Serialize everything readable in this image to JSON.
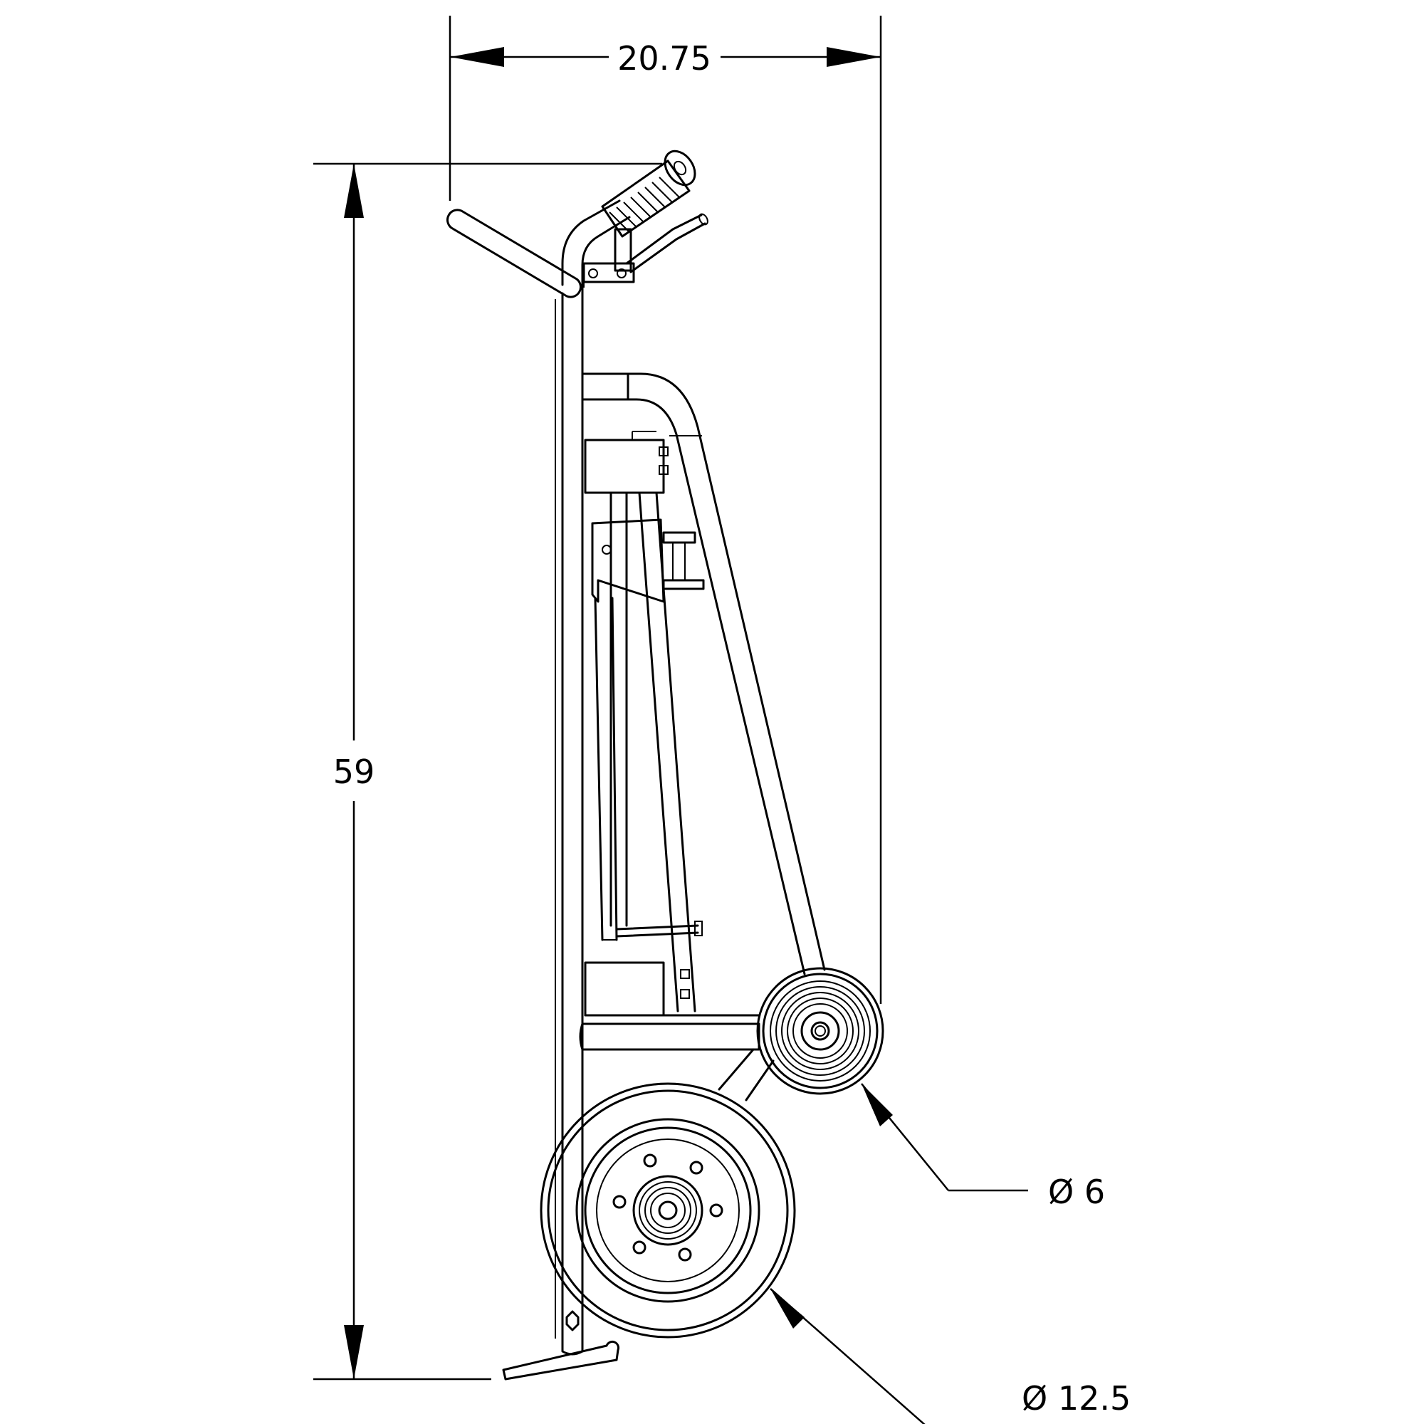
{
  "drawing": {
    "dimensions": {
      "overall_width": "20.75",
      "overall_height": "59",
      "small_wheel_diameter": "Ø 6",
      "large_wheel_diameter": "Ø 12.5"
    }
  },
  "colors": {
    "line": "#000000",
    "background": "#ffffff"
  }
}
